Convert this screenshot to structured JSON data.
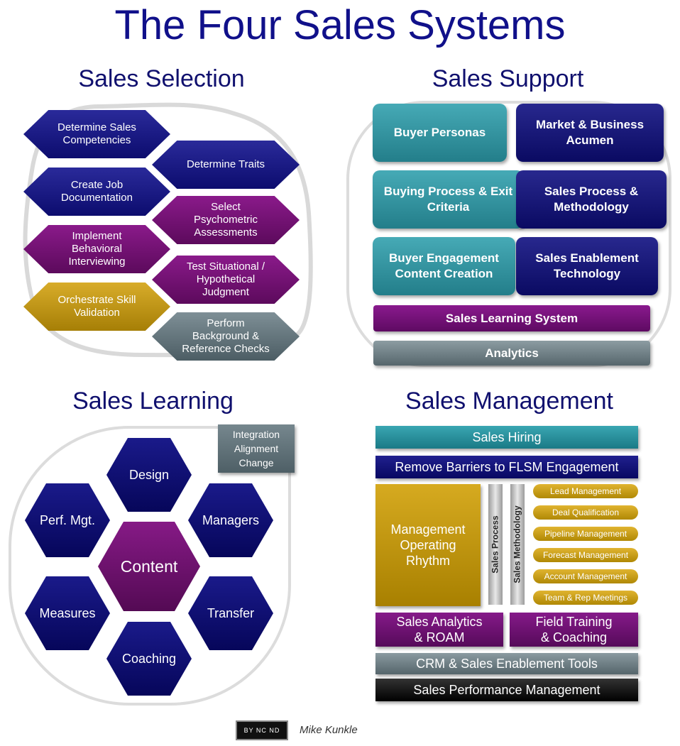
{
  "title": "The Four Sales Systems",
  "selection": {
    "title": "Sales Selection",
    "items": [
      "Determine Sales Competencies",
      "Determine Traits",
      "Create Job Documentation",
      "Select Psychometric Assessments",
      "Implement Behavioral Interviewing",
      "Test Situational / Hypothetical Judgment",
      "Orchestrate Skill Validation",
      "Perform Background & Reference Checks"
    ]
  },
  "support": {
    "title": "Sales Support",
    "buyer_personas": "Buyer Personas",
    "market_acumen": "Market & Business Acumen",
    "buying_process": "Buying Process & Exit Criteria",
    "sales_process": "Sales Process & Methodology",
    "buyer_engagement": "Buyer Engagement Content Creation",
    "enablement_tech": "Sales Enablement Technology",
    "learning_system": "Sales Learning System",
    "analytics": "Analytics"
  },
  "learning": {
    "title": "Sales Learning",
    "integration": "Integration Alignment Change",
    "design": "Design",
    "perf_mgt": "Perf. Mgt.",
    "managers": "Managers",
    "content": "Content",
    "measures": "Measures",
    "transfer": "Transfer",
    "coaching": "Coaching"
  },
  "management": {
    "title": "Sales Management",
    "hiring": "Sales Hiring",
    "remove_barriers": "Remove Barriers to FLSM Engagement",
    "operating_rhythm": "Management Operating Rhythm",
    "sales_process": "Sales Process",
    "sales_methodology": "Sales Methodology",
    "pills": [
      "Lead Management",
      "Deal Qualification",
      "Pipeline Management",
      "Forecast Management",
      "Account Management",
      "Team & Rep Meetings"
    ],
    "analytics_roam": "Sales Analytics & ROAM",
    "field_training": "Field Training & Coaching",
    "crm_tools": "CRM & Sales Enablement Tools",
    "performance": "Sales Performance Management"
  },
  "footer": {
    "license_badge": "BY NC ND",
    "author": "Mike Kunkle"
  }
}
